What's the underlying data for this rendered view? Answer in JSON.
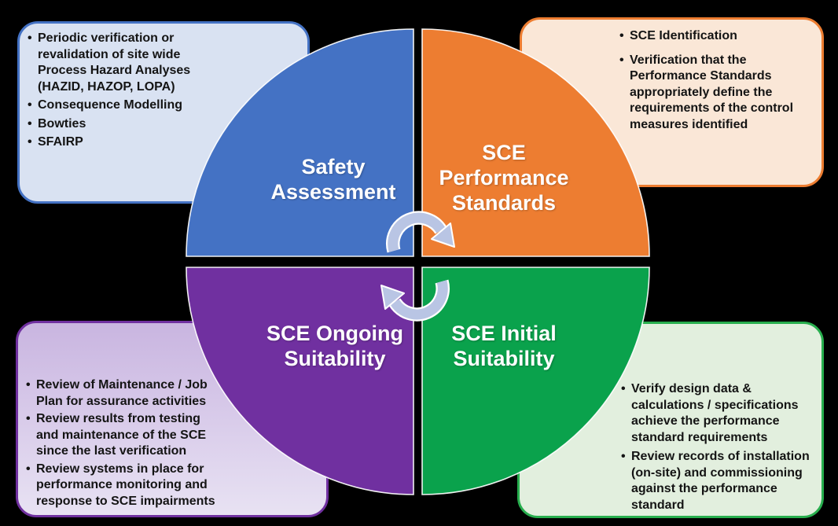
{
  "colors": {
    "background": "#000000",
    "title_text": "#FFFFFF",
    "body_text": "#141414",
    "arrow_fill": "#B9C5E4",
    "arrow_outline": "#FFFFFF"
  },
  "quadrants": {
    "top_left": {
      "title": "Safety\nAssessment",
      "color": "#4472C4"
    },
    "top_right": {
      "title": "SCE\nPerformance\nStandards",
      "color": "#ED7D31"
    },
    "bottom_left": {
      "title": "SCE Ongoing\nSuitability",
      "color": "#7030A0"
    },
    "bottom_right": {
      "title": "SCE Initial\nSuitability",
      "color": "#0AA24C"
    }
  },
  "callouts": {
    "top_left": {
      "background": "#D9E2F2",
      "border": "#4472C4",
      "bullets": [
        "Periodic verification or\nrevalidation of site wide\nProcess Hazard Analyses\n(HAZID, HAZOP, LOPA)",
        "Consequence Modelling",
        "Bowties",
        "SFAIRP"
      ]
    },
    "top_right": {
      "background": "#FAE7D7",
      "border": "#ED7D31",
      "bullets": [
        "SCE Identification",
        "Verification that the\nPerformance Standards\nappropriately define the\nrequirements of the control\nmeasures identified"
      ]
    },
    "bottom_left": {
      "background": "linear-gradient(180deg, #C9B5E0 0%, #D7C9E9 45%, #E8E2F3 100%)",
      "border": "#7030A0",
      "bullets": [
        "Review of Maintenance / Job\nPlan for assurance activities",
        "Review results from testing\nand maintenance of the SCE\nsince the last verification",
        "Review systems in place for\nperformance monitoring and\nresponse to SCE impairments"
      ]
    },
    "bottom_right": {
      "background": "#E2EFDE",
      "border": "#28AE4E",
      "bullets": [
        "Verify design data &\ncalculations / specifications\nachieve the performance\nstandard requirements",
        "Review records of installation\n(on-site) and commissioning\nagainst the performance\nstandard"
      ]
    }
  }
}
